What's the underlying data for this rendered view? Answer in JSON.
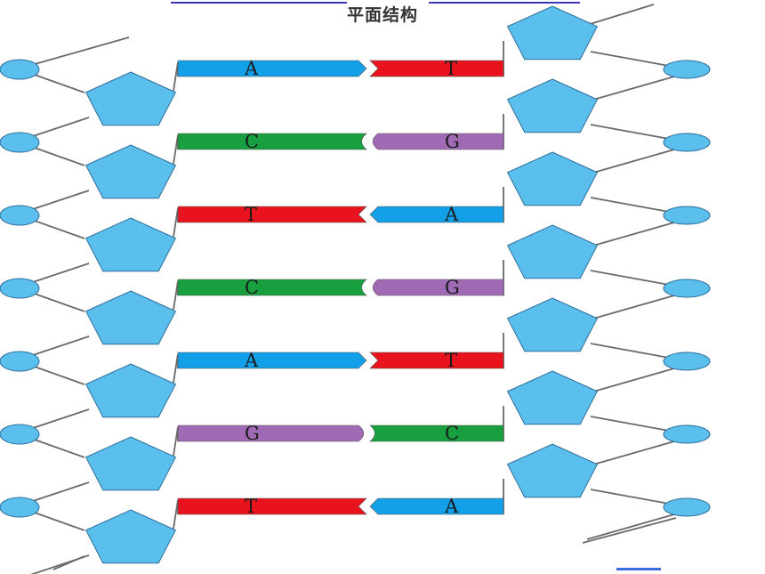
{
  "title": "平面结构",
  "colors": {
    "A": "#13a0e8",
    "T": "#e8131c",
    "C": "#18a040",
    "G": "#a06ab4",
    "sugar": "#5bbfee",
    "phosphate": "#5bbfee",
    "outline": "#2d6d9b",
    "backbone": "#6a6a6a"
  },
  "pairs": [
    {
      "left": "A",
      "right": "T"
    },
    {
      "left": "C",
      "right": "G"
    },
    {
      "left": "T",
      "right": "A"
    },
    {
      "left": "C",
      "right": "G"
    },
    {
      "left": "A",
      "right": "T"
    },
    {
      "left": "G",
      "right": "C"
    },
    {
      "left": "T",
      "right": "A"
    }
  ]
}
